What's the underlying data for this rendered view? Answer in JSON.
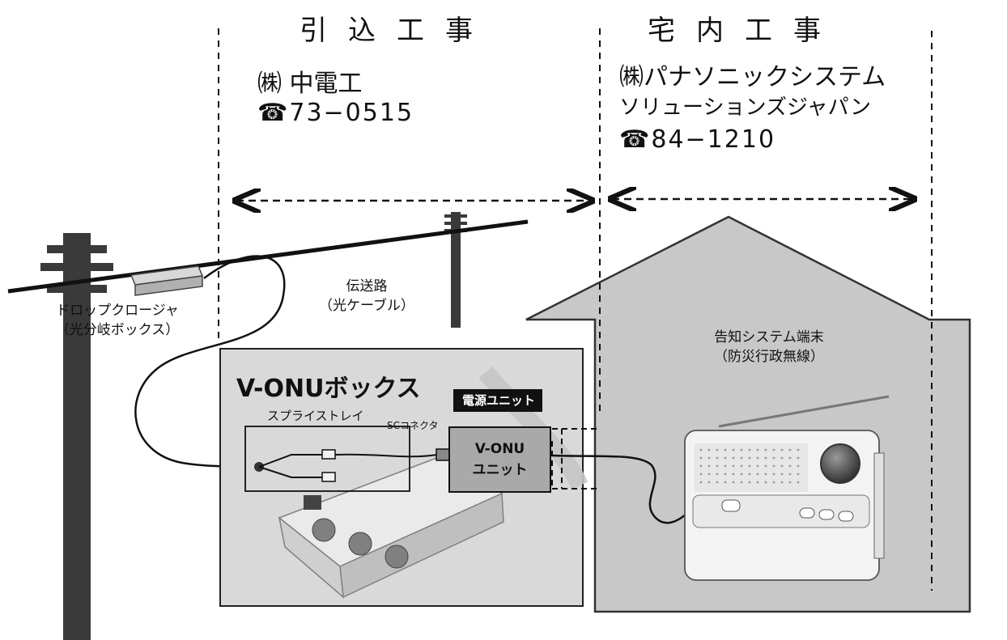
{
  "sections": {
    "service_drop": {
      "heading": "引込工事",
      "company": "㈱ 中電工",
      "phone": "☎73−0515"
    },
    "indoor": {
      "heading": "宅内工事",
      "company_line1": "㈱パナソニックシステム",
      "company_line2": "ソリューションズジャパン",
      "phone": "☎84−1210"
    }
  },
  "labels": {
    "drop_closure": "ドロップクロージャ",
    "drop_closure_sub": "（光分岐ボックス）",
    "transmission": "伝送路",
    "transmission_sub": "（光ケーブル）",
    "terminal": "告知システム端末",
    "terminal_sub": "（防災行政無線）"
  },
  "onu_box": {
    "title": "V-ONUボックス",
    "power_unit": "電源ユニット",
    "splice_tray": "スプライストレイ",
    "sc_connector": "SCコネクタ",
    "unit_line1": "V-ONU",
    "unit_line2": "ユニット"
  },
  "colors": {
    "house_fill": "#c8c8c8",
    "box_fill": "#d9d9d9",
    "unit_fill": "#a9a9a9",
    "pole": "#3a3a3a"
  }
}
